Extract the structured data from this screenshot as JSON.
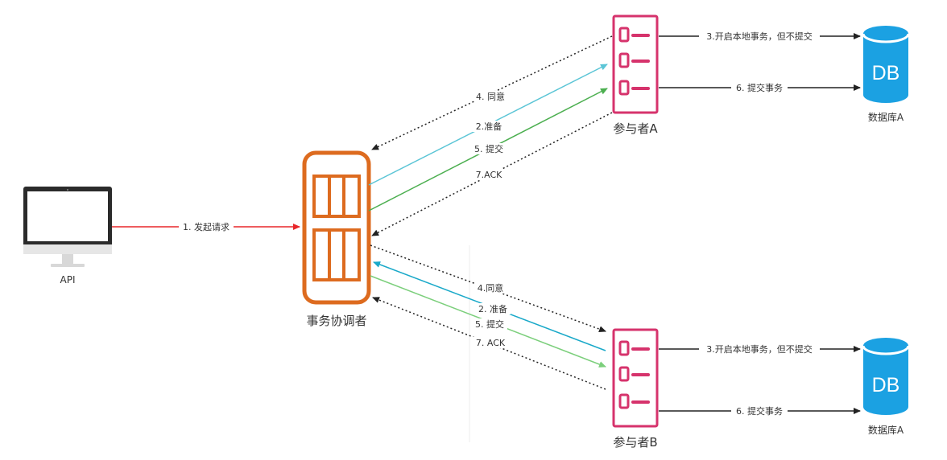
{
  "nodes": {
    "api": {
      "label": "API"
    },
    "coordinator": {
      "label": "事务协调者"
    },
    "participant_a": {
      "label": "参与者A"
    },
    "participant_b": {
      "label": "参与者B"
    },
    "db_a": {
      "label": "数据库A",
      "icon_text": "DB"
    },
    "db_b": {
      "label": "数据库A",
      "icon_text": "DB"
    }
  },
  "edges": {
    "request": "1. 发起请求",
    "a_agree": "4. 同意",
    "a_prepare": "2.准备",
    "a_commit": "5. 提交",
    "a_ack": "7.ACK",
    "a_local_tx": "3.开启本地事务，但不提交",
    "a_commit_tx": "6. 提交事务",
    "b_agree": "4.同意",
    "b_prepare": "2. 准备",
    "b_commit": "5. 提交",
    "b_ack": "7. ACK",
    "b_local_tx": "3.开启本地事务，但不提交",
    "b_commit_tx": "6. 提交事务"
  },
  "colors": {
    "request": "#e8262a",
    "prepare": "#5bc5d6",
    "commit": "#5cb85c",
    "agree": "#222222",
    "coordinator": "#dd6b1f",
    "participant": "#d6336c",
    "db": "#1ba1e2",
    "monitor": "#2b2b2b"
  }
}
